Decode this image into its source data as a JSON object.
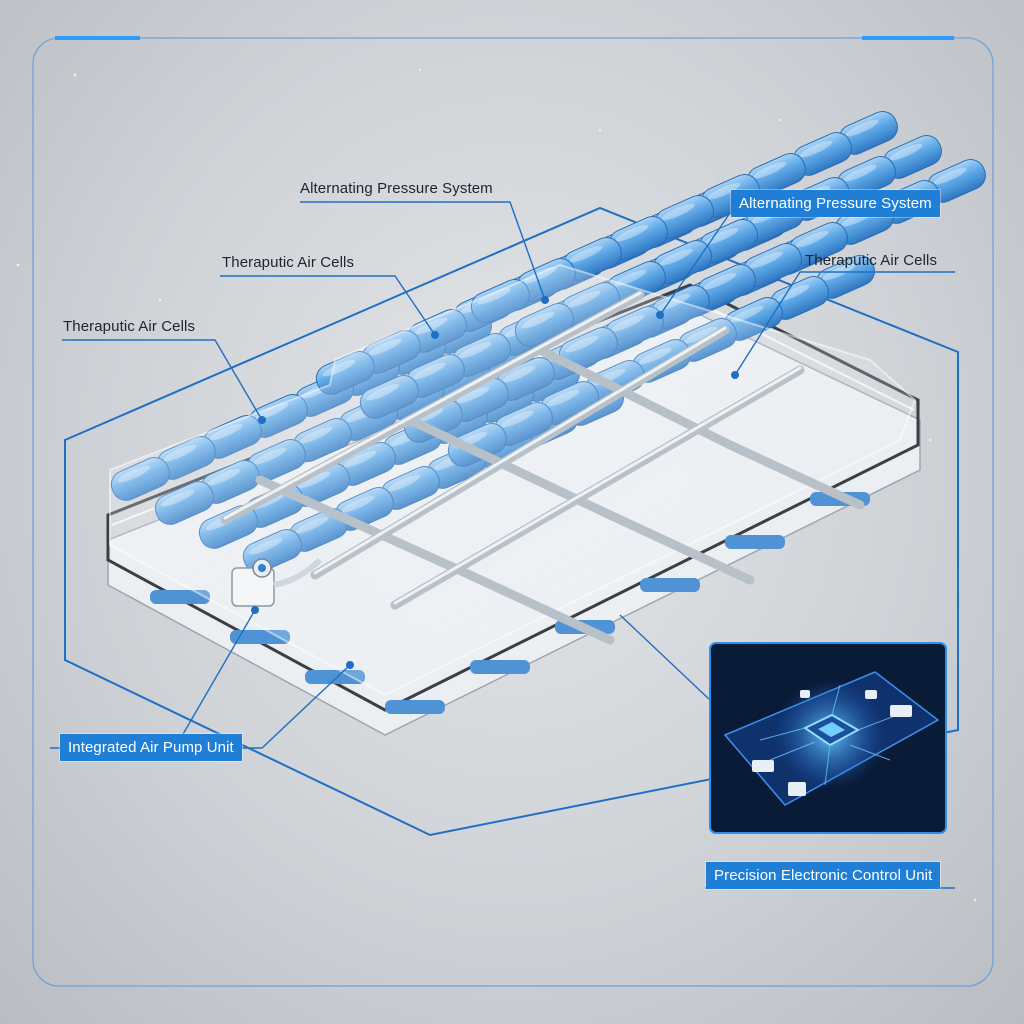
{
  "labels": {
    "alternating_pressure_left": "Alternating Pressure System",
    "alternating_pressure_right": "Alternating Pressure System",
    "therapeutic_cells_center": "Theraputic Air Cells",
    "therapeutic_cells_left": "Theraputic Air Cells",
    "therapeutic_cells_right": "Theraputic Air Cells",
    "air_pump": "Integrated Air Pump Unit",
    "control_unit": "Precision Electronic Control Unit"
  },
  "colors": {
    "accent": "#1f7fd6",
    "cell_blue": "#5fa8e6",
    "frame": "#e9ecef",
    "pcb": "#0d2a5a"
  },
  "icons": {
    "pump": "pump-icon",
    "control": "circuit-board-icon"
  }
}
